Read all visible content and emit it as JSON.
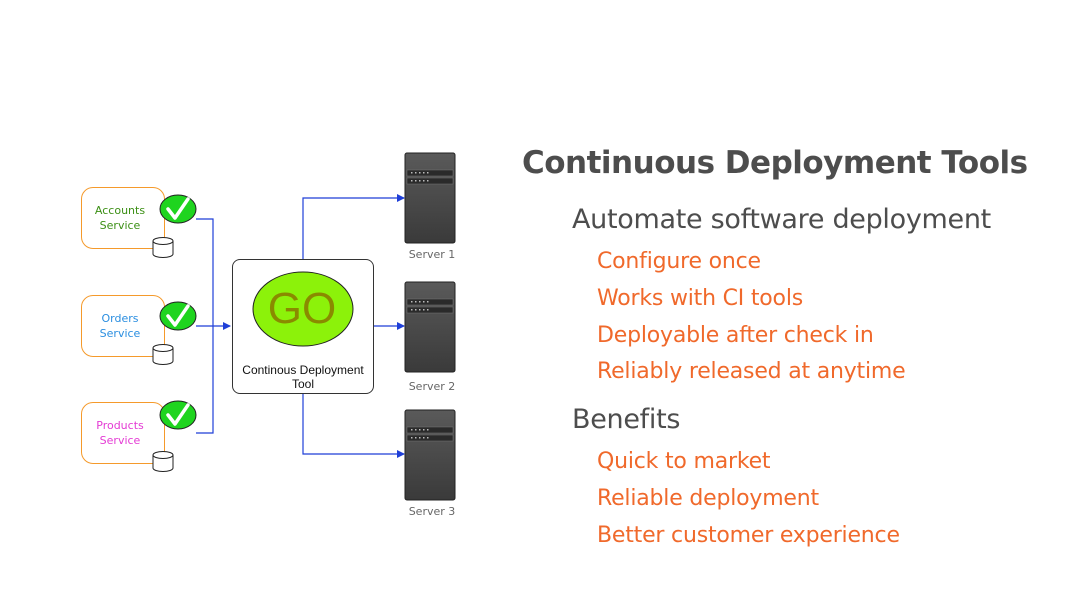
{
  "diagram": {
    "services": [
      {
        "label": "Accounts\nService",
        "color": "#3b8f14",
        "status": "check"
      },
      {
        "label": "Orders\nService",
        "color": "#2a8ee0",
        "status": "check"
      },
      {
        "label": "Products\nService",
        "color": "#e43ad4",
        "status": "check"
      }
    ],
    "tool": {
      "logo_text": "GO",
      "label": "Continous Deployment\nTool"
    },
    "servers": [
      {
        "label": "Server 1"
      },
      {
        "label": "Server 2"
      },
      {
        "label": "Server 3"
      }
    ],
    "colors": {
      "service_border": "#f59a2b",
      "check_fill": "#1fd41f",
      "go_fill": "#8cf20a",
      "go_text": "#8a8a00",
      "connector": "#1f3fd8",
      "server_body": "#4a4a4a"
    }
  },
  "slide": {
    "title": "Continuous Deployment Tools",
    "sections": [
      {
        "heading": "Automate software deployment",
        "items": [
          "Configure once",
          "Works with CI tools",
          "Deployable after check in",
          "Reliably released at anytime"
        ]
      },
      {
        "heading": "Benefits",
        "items": [
          "Quick to market",
          "Reliable deployment",
          "Better customer experience"
        ]
      }
    ],
    "colors": {
      "heading": "#4d4d4d",
      "item": "#f0692b"
    }
  }
}
